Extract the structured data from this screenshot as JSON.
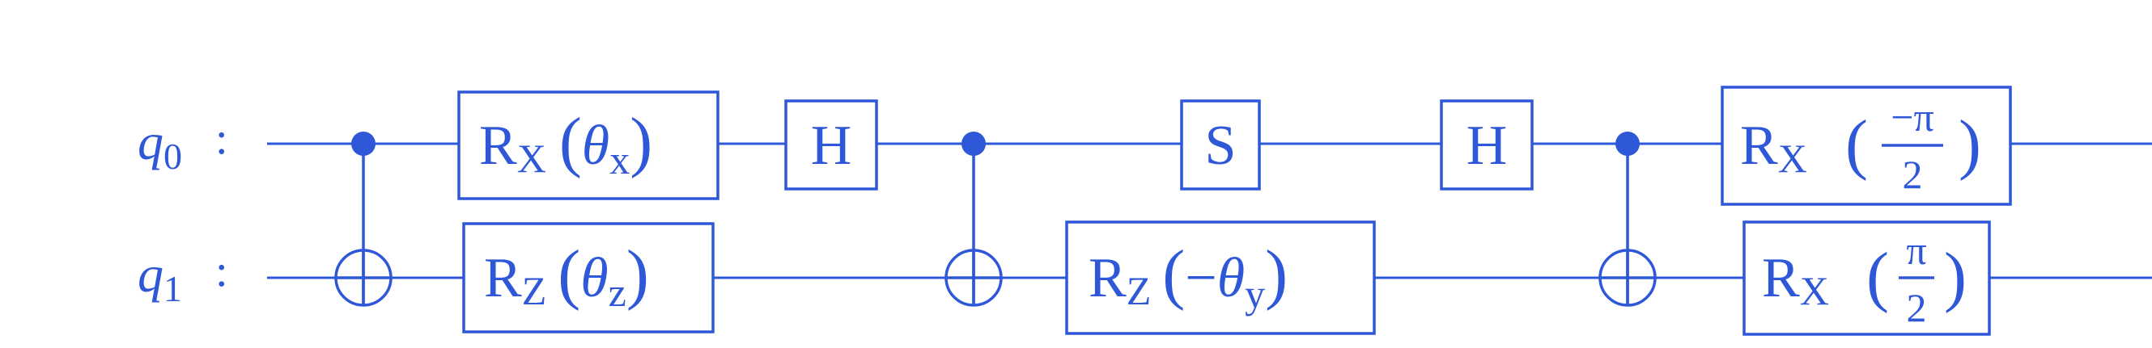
{
  "colors": {
    "circuit": "#2f58d8"
  },
  "qubits": [
    {
      "name": "q",
      "index": "0",
      "colon": ":"
    },
    {
      "name": "q",
      "index": "1",
      "colon": ":"
    }
  ],
  "gates": {
    "rx_theta_x": {
      "base": "R",
      "sub": "X",
      "open": "(",
      "symbol": "θ",
      "symbol_sub": "x",
      "close": ")"
    },
    "rz_theta_z": {
      "base": "R",
      "sub": "Z",
      "open": "(",
      "symbol": "θ",
      "symbol_sub": "z",
      "close": ")"
    },
    "h_first": {
      "label": "H"
    },
    "s": {
      "label": "S"
    },
    "rz_neg_theta_y": {
      "base": "R",
      "sub": "Z",
      "open": "(",
      "minus": "−",
      "symbol": "θ",
      "symbol_sub": "y",
      "close": ")"
    },
    "h_second": {
      "label": "H"
    },
    "rx_neg_pi_2": {
      "base": "R",
      "sub": "X",
      "open": "(",
      "numerator": "−π",
      "denominator": "2",
      "close": ")"
    },
    "rx_pi_2": {
      "base": "R",
      "sub": "X",
      "open": "(",
      "numerator": "π",
      "denominator": "2",
      "close": ")"
    }
  },
  "cnots": [
    {
      "control": "q0",
      "target": "q1"
    },
    {
      "control": "q0",
      "target": "q1"
    },
    {
      "control": "q0",
      "target": "q1"
    }
  ]
}
